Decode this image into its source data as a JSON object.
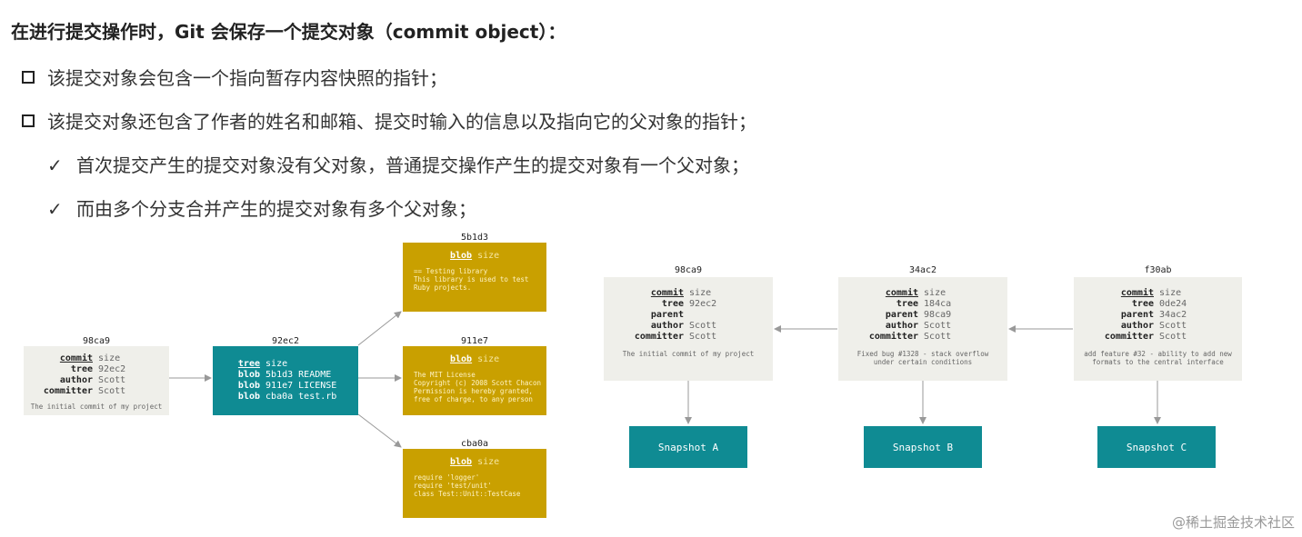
{
  "heading": "在进行提交操作时，Git 会保存一个提交对象（commit object）：",
  "bullets": [
    "该提交对象会包含一个指向暂存内容快照的指针；",
    "该提交对象还包含了作者的姓名和邮箱、提交时输入的信息以及指向它的父对象的指针；"
  ],
  "checks": [
    "首次提交产生的提交对象没有父对象，普通提交操作产生的提交对象有一个父对象；",
    "而由多个分支合并产生的提交对象有多个父对象；"
  ],
  "check_mark": "✓",
  "left_diagram": {
    "commit": {
      "hash": "98ca9",
      "rows": [
        {
          "k": "commit",
          "v": "size"
        },
        {
          "k": "tree",
          "v": "92ec2"
        },
        {
          "k": "author",
          "v": "Scott"
        },
        {
          "k": "committer",
          "v": "Scott"
        }
      ],
      "message": "The initial commit of my project"
    },
    "tree": {
      "hash": "92ec2",
      "rows": [
        {
          "k": "tree",
          "v": "size"
        },
        {
          "k": "blob",
          "v": "5b1d3 README"
        },
        {
          "k": "blob",
          "v": "911e7 LICENSE"
        },
        {
          "k": "blob",
          "v": "cba0a test.rb"
        }
      ]
    },
    "blobs": [
      {
        "hash": "5b1d3",
        "k": "blob",
        "v": "size",
        "lines": [
          "== Testing library",
          "",
          "This library is used to test",
          "Ruby projects."
        ]
      },
      {
        "hash": "911e7",
        "k": "blob",
        "v": "size",
        "lines": [
          "The MIT License",
          "",
          "Copyright (c) 2008 Scott Chacon",
          "",
          "Permission is hereby granted,",
          "free of charge, to any person"
        ]
      },
      {
        "hash": "cba0a",
        "k": "blob",
        "v": "size",
        "lines": [
          "require 'logger'",
          "require 'test/unit'",
          "",
          "",
          "class Test::Unit::TestCase"
        ]
      }
    ]
  },
  "right_diagram": {
    "commits": [
      {
        "hash": "98ca9",
        "rows": [
          {
            "k": "commit",
            "v": "size"
          },
          {
            "k": "tree",
            "v": "92ec2"
          },
          {
            "k": "parent",
            "v": ""
          },
          {
            "k": "author",
            "v": "Scott"
          },
          {
            "k": "committer",
            "v": "Scott"
          }
        ],
        "message": [
          "The initial commit of my project"
        ],
        "snapshot": "Snapshot A"
      },
      {
        "hash": "34ac2",
        "rows": [
          {
            "k": "commit",
            "v": "size"
          },
          {
            "k": "tree",
            "v": "184ca"
          },
          {
            "k": "parent",
            "v": "98ca9"
          },
          {
            "k": "author",
            "v": "Scott"
          },
          {
            "k": "committer",
            "v": "Scott"
          }
        ],
        "message": [
          "Fixed bug #1328 - stack overflow",
          "under certain conditions"
        ],
        "snapshot": "Snapshot B"
      },
      {
        "hash": "f30ab",
        "rows": [
          {
            "k": "commit",
            "v": "size"
          },
          {
            "k": "tree",
            "v": "0de24"
          },
          {
            "k": "parent",
            "v": "34ac2"
          },
          {
            "k": "author",
            "v": "Scott"
          },
          {
            "k": "committer",
            "v": "Scott"
          }
        ],
        "message": [
          "add feature #32 - ability to add new",
          "formats to the central interface"
        ],
        "snapshot": "Snapshot C"
      }
    ]
  },
  "watermark": "@稀土掘金技术社区",
  "colors": {
    "teal": "#0f8b93",
    "gold": "#c9a000",
    "gray_box": "#efefea",
    "arrow": "#999999"
  }
}
